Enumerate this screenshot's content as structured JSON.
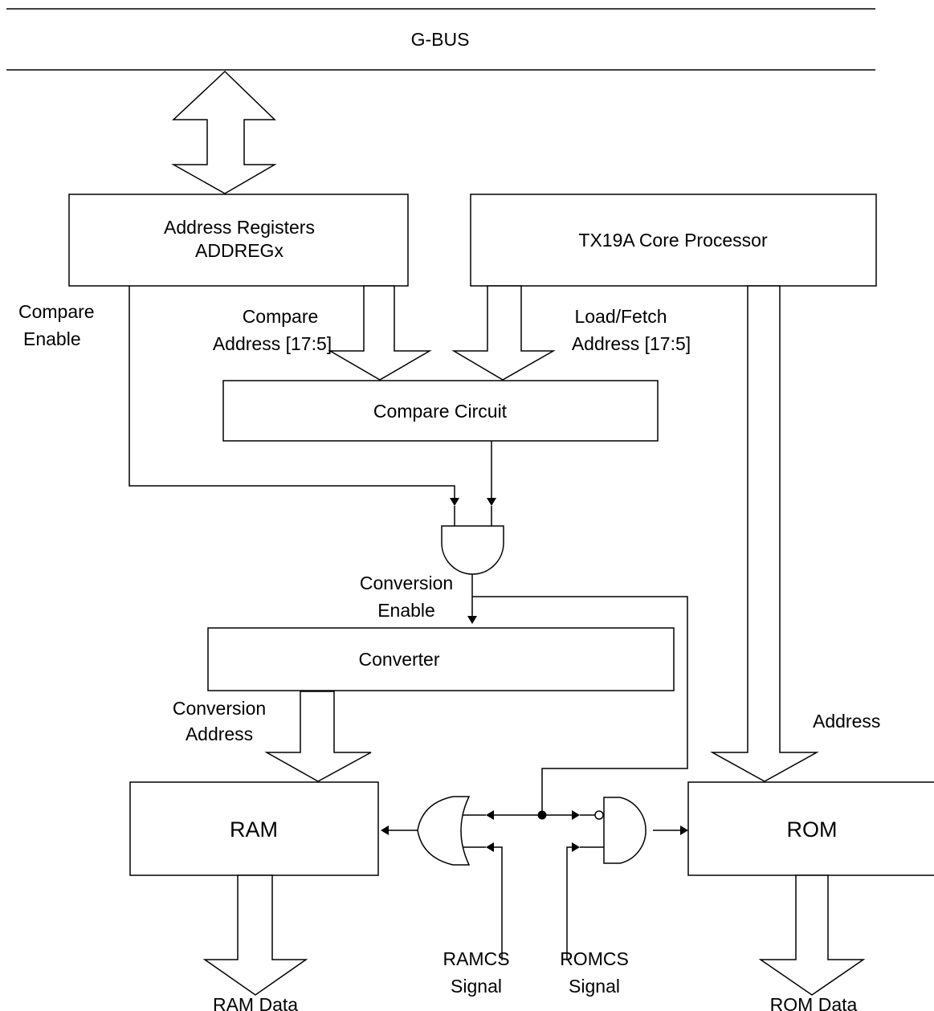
{
  "bus": {
    "label": "G-BUS"
  },
  "blocks": {
    "address_registers": {
      "line1": "Address Registers",
      "line2": "ADDREGx"
    },
    "core_processor": {
      "label": "TX19A Core Processor"
    },
    "compare_circuit": {
      "label": "Compare Circuit"
    },
    "converter": {
      "label": "Converter"
    },
    "ram": {
      "label": "RAM"
    },
    "rom": {
      "label": "ROM"
    }
  },
  "signals": {
    "compare_enable": {
      "line1": "Compare",
      "line2": "Enable"
    },
    "compare_address": {
      "line1": "Compare",
      "line2": "Address [17:5]"
    },
    "load_fetch_address": {
      "line1": "Load/Fetch",
      "line2": "Address [17:5]"
    },
    "conversion_enable": {
      "line1": "Conversion",
      "line2": "Enable"
    },
    "conversion_address": {
      "line1": "Conversion",
      "line2": "Address"
    },
    "address": {
      "label": "Address"
    },
    "ramcs": {
      "line1": "RAMCS",
      "line2": "Signal"
    },
    "romcs": {
      "line1": "ROMCS",
      "line2": "Signal"
    },
    "ram_data": {
      "label": "RAM Data"
    },
    "rom_data": {
      "label": "ROM Data"
    }
  }
}
